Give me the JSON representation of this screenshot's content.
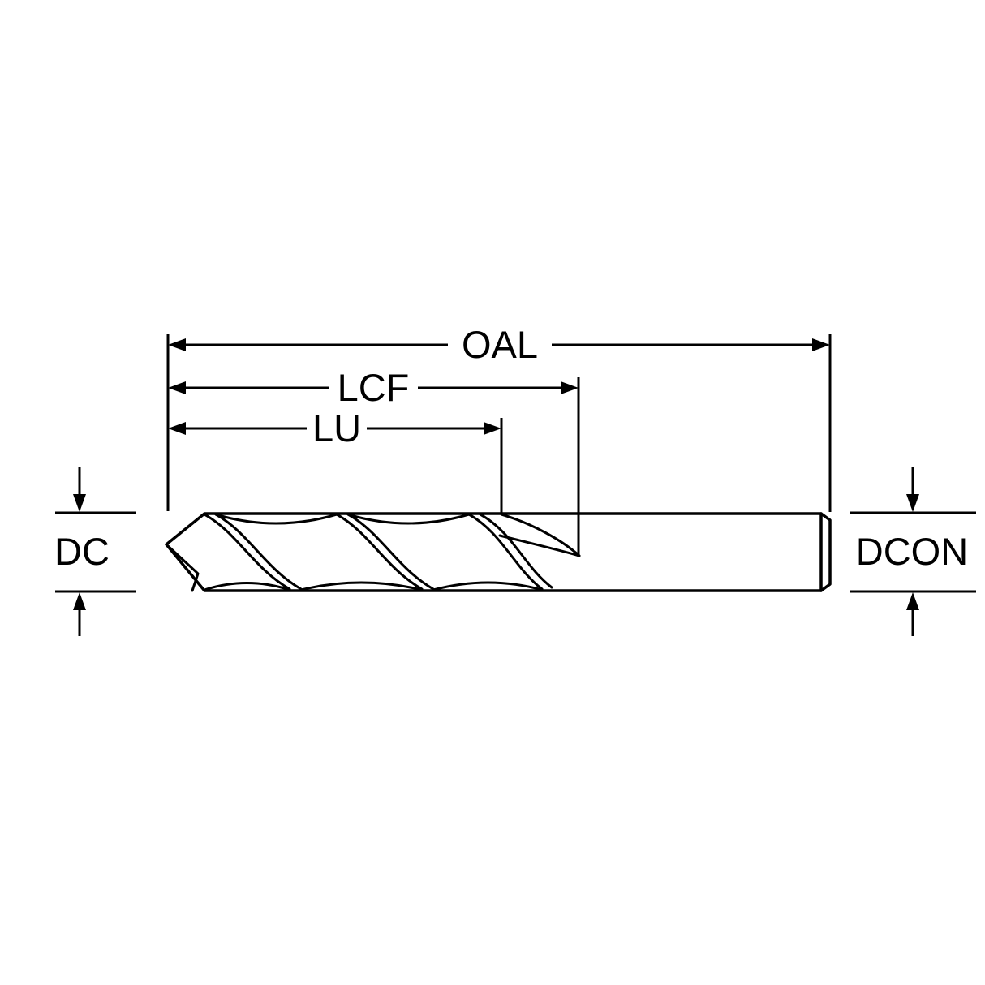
{
  "colors": {
    "line": "#000000",
    "background": "#ffffff"
  },
  "labels": {
    "oal": "OAL",
    "lcf": "LCF",
    "lu": "LU",
    "dc": "DC",
    "dcon": "DCON"
  }
}
